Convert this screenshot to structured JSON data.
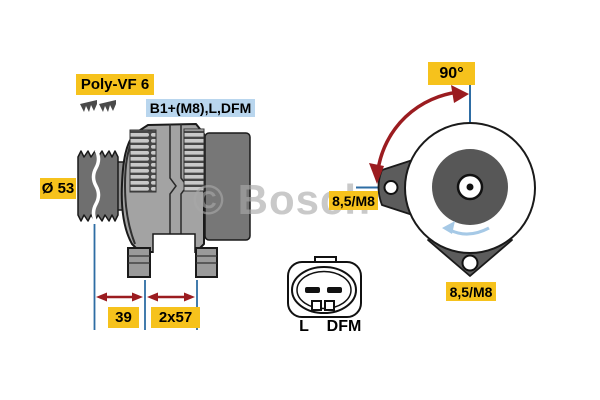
{
  "diagram": {
    "watermark": "© Bosch",
    "side_view": {
      "belt_label": "Poly-VF 6",
      "terminal_label": "B1+(M8),L,DFM",
      "pulley_diameter_label": "Ø 53",
      "dim_pulley_offset": "39",
      "dim_mount_span": "2x57"
    },
    "rear_view": {
      "angle_label": "90°",
      "mount_hole_left_label": "8,5/M8",
      "mount_hole_bottom_label": "8,5/M8"
    },
    "connector": {
      "pin_left_label": "L",
      "pin_right_label": "DFM"
    },
    "colors": {
      "highlight_yellow": "#F6C21C",
      "highlight_blue": "#B9D6EE",
      "dimension_red": "#9B1C20",
      "dimension_blue": "#2E6DA4",
      "rotation_arrow_blue": "#A6C9E6",
      "watermark_gray": "#A9A9A9"
    },
    "icons": {
      "belt_profile": "belt-profile-icon",
      "rotation_direction": "rotation-arrow-icon"
    }
  }
}
